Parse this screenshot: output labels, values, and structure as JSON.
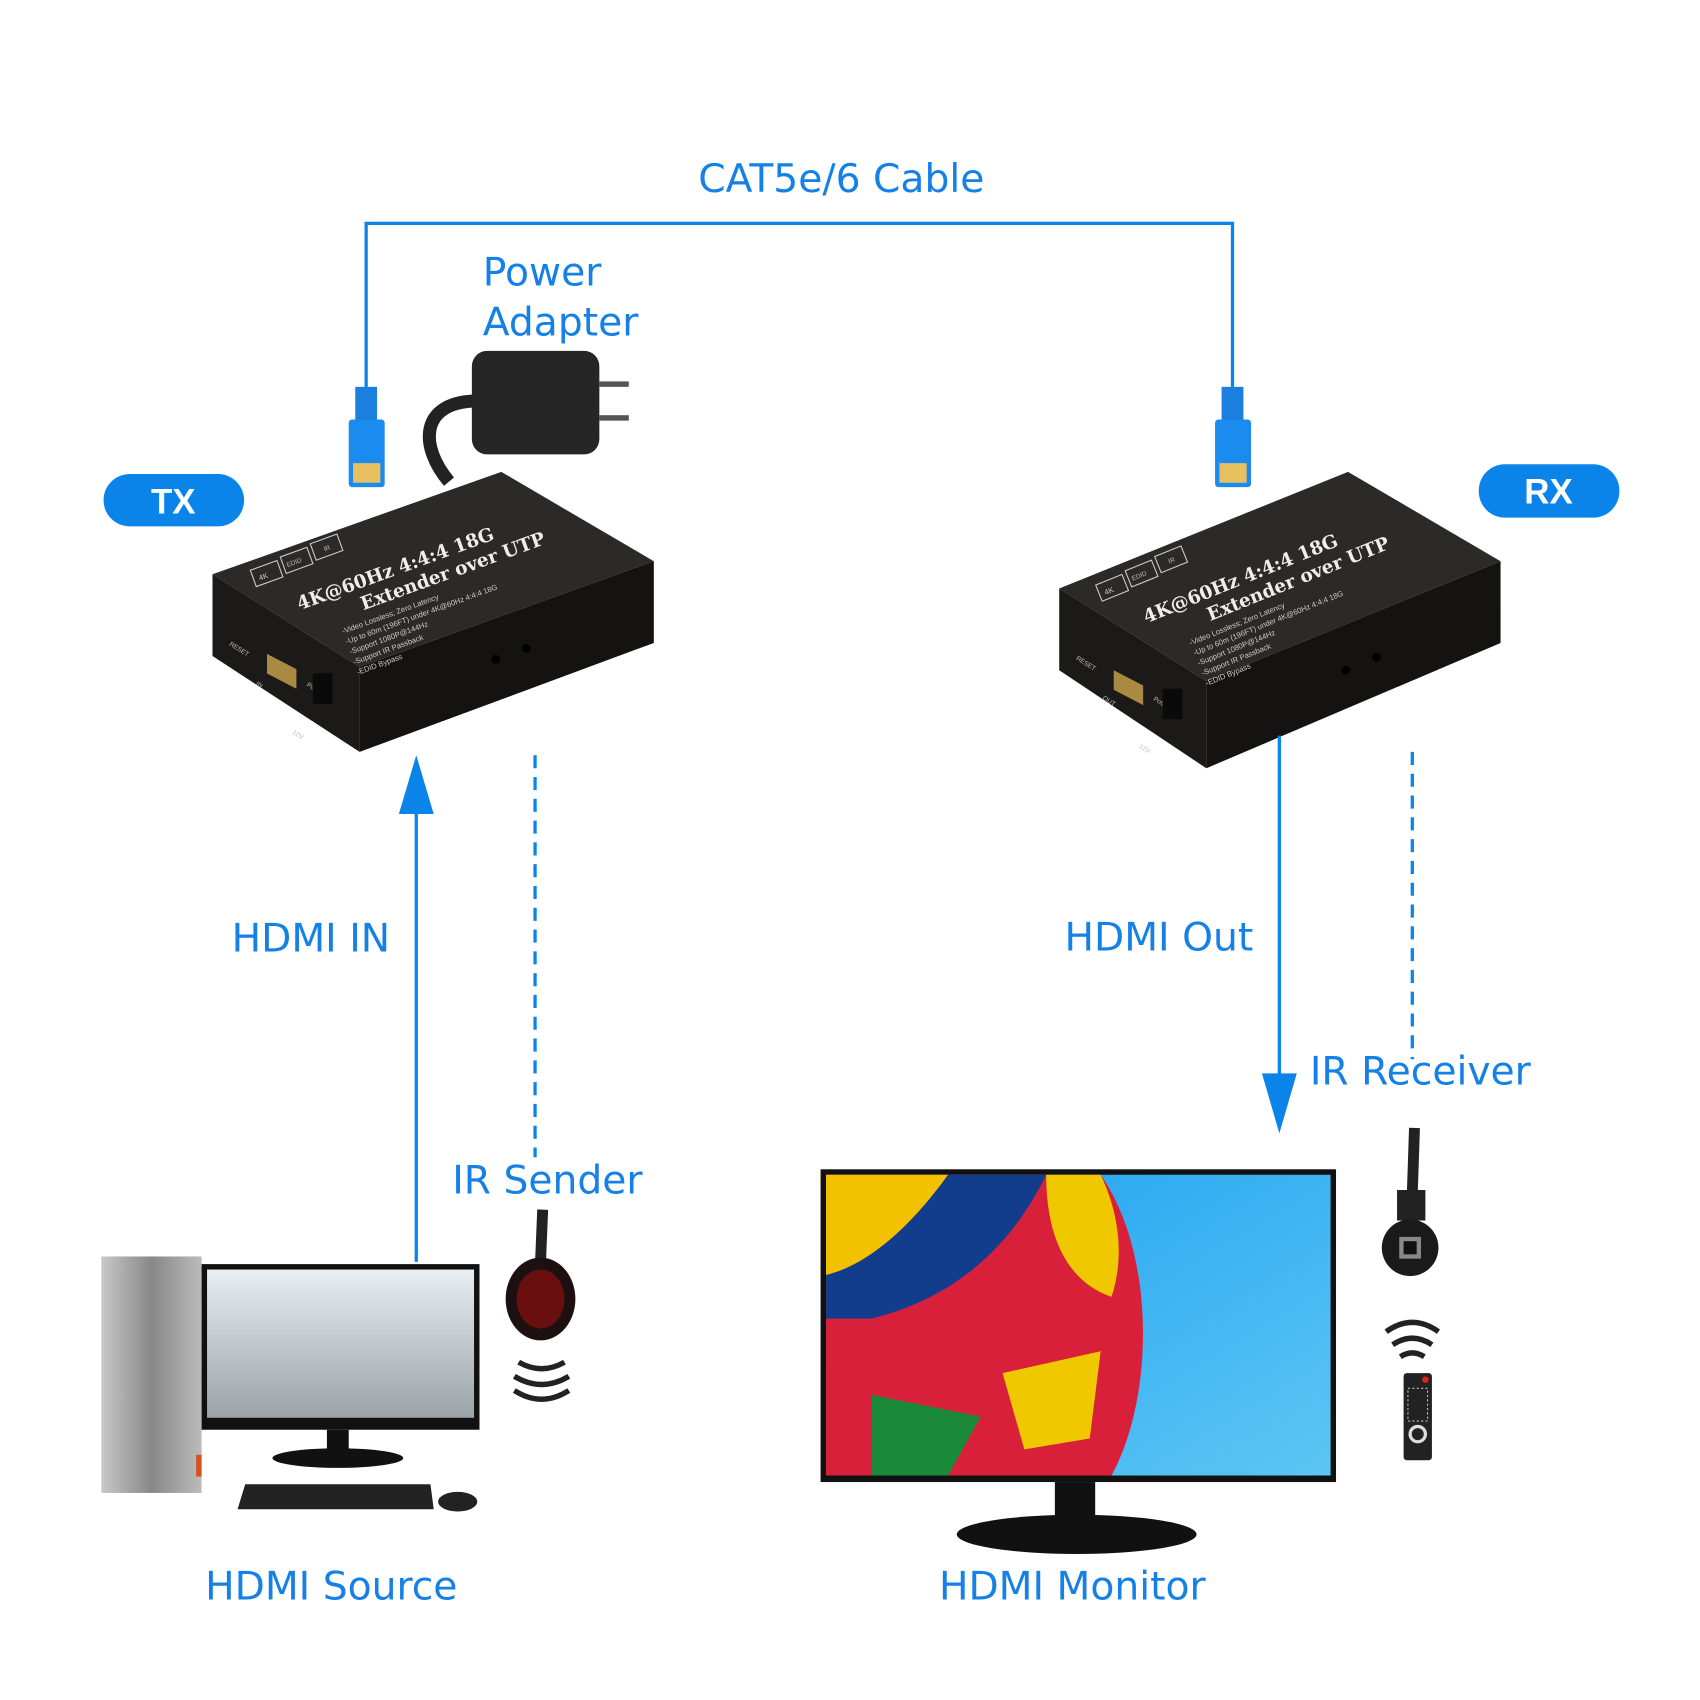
{
  "labels": {
    "cable": "CAT5e/6 Cable",
    "power_line1": "Power",
    "power_line2": "Adapter",
    "tx": "TX",
    "rx": "RX",
    "hdmi_in": "HDMI IN",
    "ir_sender": "IR Sender",
    "hdmi_source": "HDMI Source",
    "hdmi_out": "HDMI Out",
    "ir_receiver": "IR Receiver",
    "hdmi_monitor": "HDMI Monitor"
  },
  "device": {
    "title1": "4K@60Hz 4:4:4 18G",
    "title2": "Extender over UTP",
    "features": [
      "-Video Lossless; Zero Latency",
      "-Up to 60m (196FT) under 4K@60Hz 4:4:4 18G",
      "-Support 1080P@144Hz",
      "-Support IR Passback",
      "-EDID Bypass"
    ],
    "icons": [
      "4K",
      "EDID",
      "IR"
    ],
    "ports_tx": [
      "RESET",
      "IN",
      "PoC",
      "12V"
    ],
    "ports_rx": [
      "RESET",
      "OUT",
      "PoC",
      "12V"
    ]
  },
  "colors": {
    "accent": "#0b84ea",
    "device": "#1e1c1b"
  }
}
